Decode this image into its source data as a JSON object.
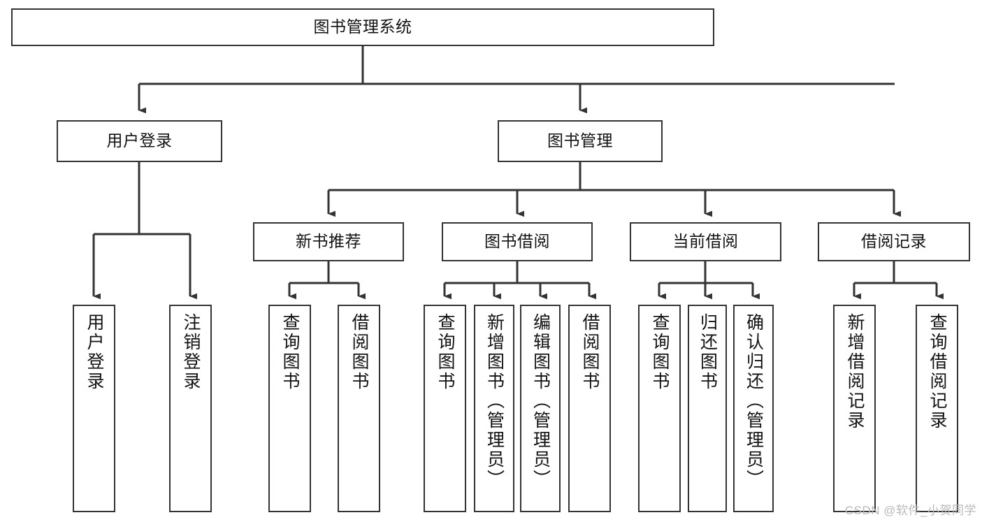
{
  "diagram": {
    "title": "图书管理系统",
    "type": "hierarchy-tree",
    "root": {
      "label": "图书管理系统"
    },
    "level2": [
      {
        "label": "用户登录"
      },
      {
        "label": "图书管理"
      }
    ],
    "level3": [
      {
        "label": "新书推荐"
      },
      {
        "label": "图书借阅"
      },
      {
        "label": "当前借阅"
      },
      {
        "label": "借阅记录"
      }
    ],
    "leaves": {
      "user_login": [
        {
          "label": "用户登录"
        },
        {
          "label": "注销登录"
        }
      ],
      "new_book_recommend": [
        {
          "label": "查询图书"
        },
        {
          "label": "借阅图书"
        }
      ],
      "book_borrow": [
        {
          "label": "查询图书"
        },
        {
          "label": "新增图书（管理员）"
        },
        {
          "label": "编辑图书（管理员）"
        },
        {
          "label": "借阅图书"
        }
      ],
      "current_borrow": [
        {
          "label": "查询图书"
        },
        {
          "label": "归还图书"
        },
        {
          "label": "确认归还（管理员）"
        }
      ],
      "borrow_record": [
        {
          "label": "新增借阅记录"
        },
        {
          "label": "查询借阅记录"
        }
      ]
    }
  },
  "watermark": {
    "text": "CSDN @软件_小贺同学"
  },
  "colors": {
    "stroke": "#333333",
    "box_fill": "#ffffff",
    "text": "#121212",
    "watermark": "#b9b9b9",
    "background": "#ffffff"
  }
}
